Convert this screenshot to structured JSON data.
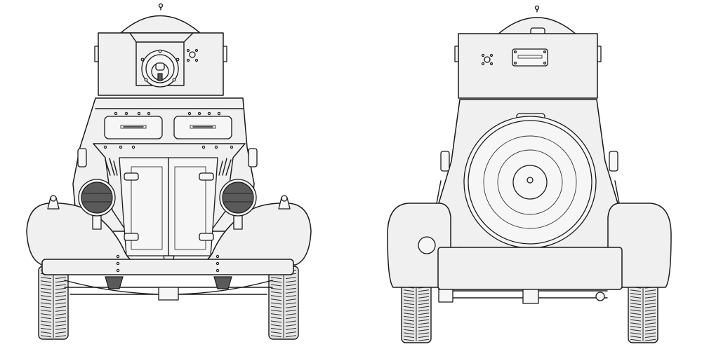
{
  "views": [
    {
      "name": "front-view",
      "tire_tread_rows": 20
    },
    {
      "name": "rear-view",
      "tire_tread_rows": 20
    }
  ],
  "colors": {
    "line": "#1a1a1a",
    "body_fill": "#f0f0f0",
    "lamp_glass": "#5a5a5a",
    "background": "#ffffff"
  }
}
